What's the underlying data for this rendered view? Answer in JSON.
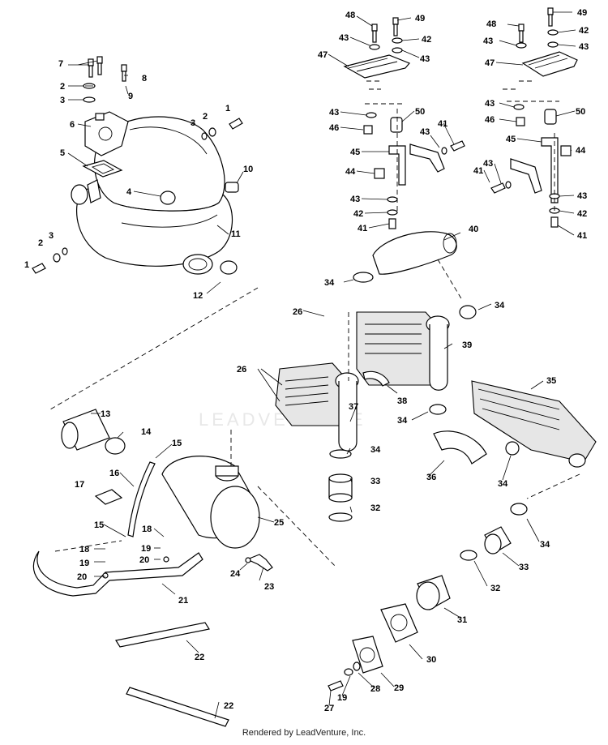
{
  "watermark": "LEADVENTURE",
  "footer": "Rendered by LeadVenture, Inc.",
  "callouts": [
    {
      "id": "c1a",
      "text": "1"
    },
    {
      "id": "c2a",
      "text": "2"
    },
    {
      "id": "c3a",
      "text": "3"
    },
    {
      "id": "c4",
      "text": "4"
    },
    {
      "id": "c5",
      "text": "5"
    },
    {
      "id": "c6",
      "text": "6"
    },
    {
      "id": "c7",
      "text": "7"
    },
    {
      "id": "c8",
      "text": "8"
    },
    {
      "id": "c9",
      "text": "9"
    },
    {
      "id": "c2b",
      "text": "2"
    },
    {
      "id": "c3b",
      "text": "3"
    },
    {
      "id": "c10",
      "text": "10"
    },
    {
      "id": "c11",
      "text": "11"
    },
    {
      "id": "c12",
      "text": "12"
    },
    {
      "id": "c1b",
      "text": "1"
    },
    {
      "id": "c2c",
      "text": "2"
    },
    {
      "id": "c3c",
      "text": "3"
    },
    {
      "id": "c13",
      "text": "13"
    },
    {
      "id": "c14",
      "text": "14"
    },
    {
      "id": "c15a",
      "text": "15"
    },
    {
      "id": "c16",
      "text": "16"
    },
    {
      "id": "c17",
      "text": "17"
    },
    {
      "id": "c15b",
      "text": "15"
    },
    {
      "id": "c18a",
      "text": "18"
    },
    {
      "id": "c19a",
      "text": "19"
    },
    {
      "id": "c20a",
      "text": "20"
    },
    {
      "id": "c18b",
      "text": "18"
    },
    {
      "id": "c19b",
      "text": "19"
    },
    {
      "id": "c20b",
      "text": "20"
    },
    {
      "id": "c21",
      "text": "21"
    },
    {
      "id": "c22a",
      "text": "22"
    },
    {
      "id": "c22b",
      "text": "22"
    },
    {
      "id": "c23",
      "text": "23"
    },
    {
      "id": "c24",
      "text": "24"
    },
    {
      "id": "c25",
      "text": "25"
    },
    {
      "id": "c26a",
      "text": "26"
    },
    {
      "id": "c26b",
      "text": "26"
    },
    {
      "id": "c27",
      "text": "27"
    },
    {
      "id": "c19c",
      "text": "19"
    },
    {
      "id": "c28",
      "text": "28"
    },
    {
      "id": "c29",
      "text": "29"
    },
    {
      "id": "c30",
      "text": "30"
    },
    {
      "id": "c31",
      "text": "31"
    },
    {
      "id": "c32a",
      "text": "32"
    },
    {
      "id": "c32b",
      "text": "32"
    },
    {
      "id": "c33a",
      "text": "33"
    },
    {
      "id": "c33b",
      "text": "33"
    },
    {
      "id": "c34a",
      "text": "34"
    },
    {
      "id": "c34b",
      "text": "34"
    },
    {
      "id": "c34c",
      "text": "34"
    },
    {
      "id": "c34d",
      "text": "34"
    },
    {
      "id": "c34e",
      "text": "34"
    },
    {
      "id": "c34f",
      "text": "34"
    },
    {
      "id": "c35",
      "text": "35"
    },
    {
      "id": "c36",
      "text": "36"
    },
    {
      "id": "c37",
      "text": "37"
    },
    {
      "id": "c38",
      "text": "38"
    },
    {
      "id": "c39",
      "text": "39"
    },
    {
      "id": "c40",
      "text": "40"
    },
    {
      "id": "c48a",
      "text": "48"
    },
    {
      "id": "c49a",
      "text": "49"
    },
    {
      "id": "c43a",
      "text": "43"
    },
    {
      "id": "c42a",
      "text": "42"
    },
    {
      "id": "c43b",
      "text": "43"
    },
    {
      "id": "c47a",
      "text": "47"
    },
    {
      "id": "c43c",
      "text": "43"
    },
    {
      "id": "c50a",
      "text": "50"
    },
    {
      "id": "c46a",
      "text": "46"
    },
    {
      "id": "c43d",
      "text": "43"
    },
    {
      "id": "c41a",
      "text": "41"
    },
    {
      "id": "c45a",
      "text": "45"
    },
    {
      "id": "c44a",
      "text": "44"
    },
    {
      "id": "c43e",
      "text": "43"
    },
    {
      "id": "c42b",
      "text": "42"
    },
    {
      "id": "c41b",
      "text": "41"
    },
    {
      "id": "c48b",
      "text": "48"
    },
    {
      "id": "c49b",
      "text": "49"
    },
    {
      "id": "c43f",
      "text": "43"
    },
    {
      "id": "c42c",
      "text": "42"
    },
    {
      "id": "c43g",
      "text": "43"
    },
    {
      "id": "c47b",
      "text": "47"
    },
    {
      "id": "c43h",
      "text": "43"
    },
    {
      "id": "c50b",
      "text": "50"
    },
    {
      "id": "c46b",
      "text": "46"
    },
    {
      "id": "c45b",
      "text": "45"
    },
    {
      "id": "c44b",
      "text": "44"
    },
    {
      "id": "c41c",
      "text": "41"
    },
    {
      "id": "c43i",
      "text": "43"
    },
    {
      "id": "c43j",
      "text": "43"
    },
    {
      "id": "c42d",
      "text": "42"
    },
    {
      "id": "c41d",
      "text": "41"
    }
  ]
}
